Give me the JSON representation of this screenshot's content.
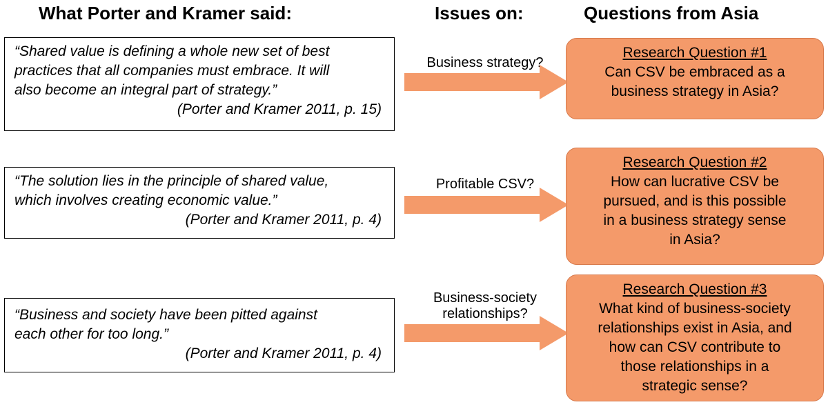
{
  "headers": {
    "left": "What Porter and Kramer said:",
    "middle": "Issues on:",
    "right": "Questions from Asia"
  },
  "quotes": [
    {
      "lines": [
        "“Shared value is defining a whole new set of best",
        "practices that all companies must embrace. It will",
        "also become an integral part of strategy.”"
      ],
      "citation": "(Porter and Kramer 2011, p. 15)"
    },
    {
      "lines": [
        "“The solution lies in the principle of shared value,",
        "which involves creating economic value.”"
      ],
      "citation": "(Porter and Kramer 2011, p. 4)"
    },
    {
      "lines": [
        "“Business and society have been pitted against",
        "each other for too long.”"
      ],
      "citation": "(Porter and Kramer 2011, p. 4)"
    }
  ],
  "issues": [
    {
      "lines": [
        "Business strategy?"
      ]
    },
    {
      "lines": [
        "Profitable CSV?"
      ]
    },
    {
      "lines": [
        "Business-society",
        "relationships?"
      ]
    }
  ],
  "research_questions": [
    {
      "title": "Research Question #1",
      "lines": [
        "Can CSV be embraced as a",
        "business strategy in Asia?"
      ]
    },
    {
      "title": "Research Question #2",
      "lines": [
        "How can lucrative CSV be",
        "pursued, and is this possible",
        "in a business strategy sense",
        "in Asia?"
      ]
    },
    {
      "title": "Research Question #3",
      "lines": [
        "What kind of business-society",
        "relationships exist in Asia, and",
        "how can CSV contribute to",
        "those relationships in a",
        "strategic sense?"
      ]
    }
  ],
  "colors": {
    "box_fill": "#f49a6a",
    "arrow_fill": "#f49a6a",
    "box_border": "#d77a4c"
  }
}
